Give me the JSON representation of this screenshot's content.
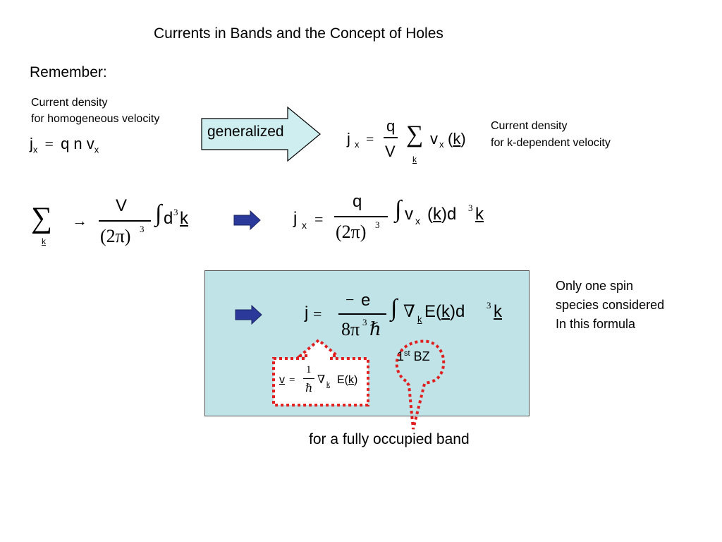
{
  "slide": {
    "title": "Currents in Bands and the Concept of Holes",
    "remember_label": "Remember:",
    "left_caption_line1": "Current density",
    "left_caption_line2": "for homogeneous velocity",
    "arrow_label": "generalized",
    "right_caption_line1": "Current density",
    "right_caption_line2": "for k-dependent velocity",
    "note_line1": "Only one spin",
    "note_line2": "species considered",
    "note_line3": "In this formula",
    "bz_label_num": "1",
    "bz_label_sup": "st",
    "bz_label_text": " BZ",
    "bottom_caption": "for a fully occupied band"
  },
  "colors": {
    "arrow_fill": "#cfeef0",
    "box_fill": "#bfe3e6",
    "dotted_red": "#e02020",
    "blue_arrow": "#2b3a9a"
  },
  "icons": [
    "right-block-arrow-icon",
    "blue-arrow-icon",
    "hollow-up-arrow-icon",
    "dotted-callout-icon"
  ]
}
